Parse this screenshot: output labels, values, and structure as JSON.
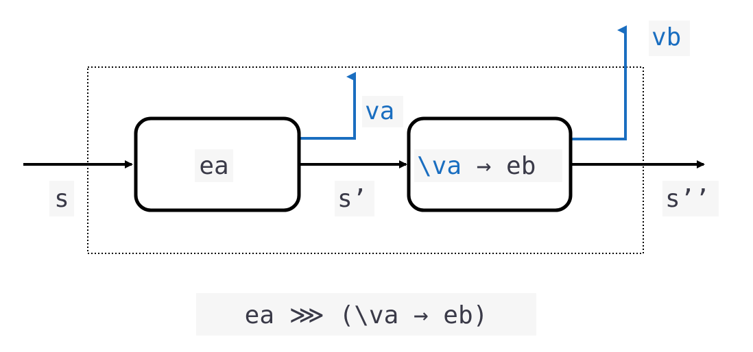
{
  "diagram": {
    "state_in": "s",
    "state_mid": "s’",
    "state_out": "s’’",
    "box1": {
      "label": "ea"
    },
    "box2": {
      "lambda_part": "\\va",
      "arrow_part": " → eb"
    },
    "output_a": "va",
    "output_b": "vb",
    "formula": "ea ⋙ (\\va → eb)"
  },
  "colors": {
    "line": "#000000",
    "accent_blue": "#1a6ec0",
    "text": "#3a3a48",
    "label_bg": "#f6f6f6"
  }
}
